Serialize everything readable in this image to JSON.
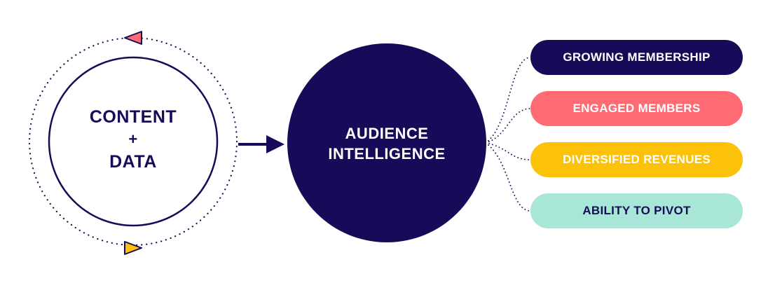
{
  "colors": {
    "navy": "#160b58",
    "coral": "#fe6b73",
    "yellow": "#fcc20a",
    "mint": "#a8e6d7",
    "white": "#ffffff"
  },
  "input_circle": {
    "line1": "CONTENT",
    "plus": "+",
    "line2": "DATA"
  },
  "center_circle": {
    "line1": "AUDIENCE",
    "line2": "INTELLIGENCE"
  },
  "outcomes": [
    {
      "label": "GROWING MEMBERSHIP",
      "color": "#160b58"
    },
    {
      "label": "ENGAGED MEMBERS",
      "color": "#fe6b73"
    },
    {
      "label": "DIVERSIFIED REVENUES",
      "color": "#fcc20a"
    },
    {
      "label": "ABILITY TO PIVOT",
      "color": "#a8e6d7"
    }
  ]
}
